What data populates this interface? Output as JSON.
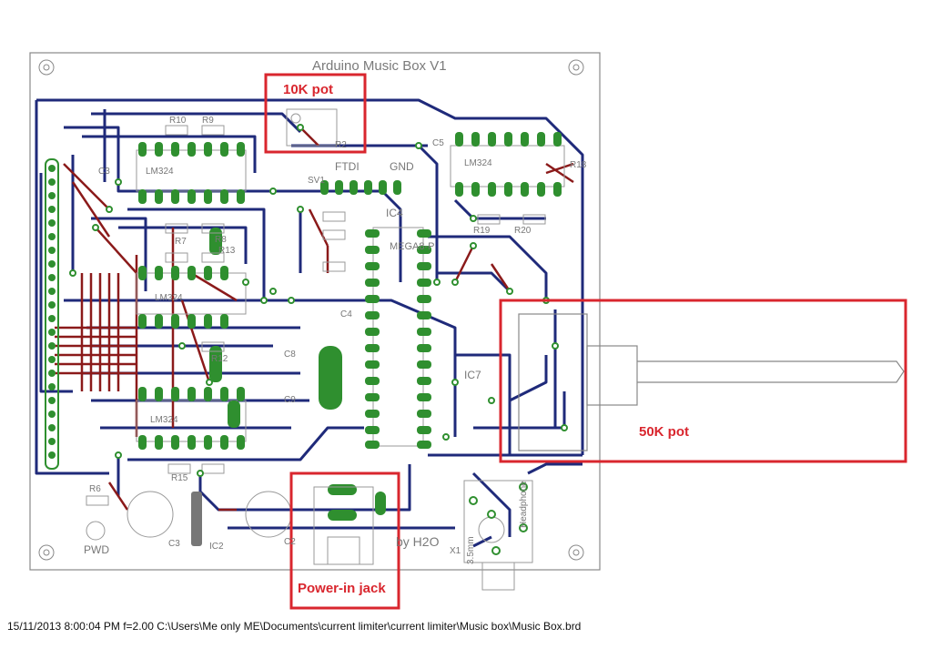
{
  "board": {
    "title": "Arduino Music Box V1",
    "credit": "by H2O",
    "colors": {
      "top_trace": "#8b1a1a",
      "bottom_trace": "#1f2a7a",
      "pad": "#2f8f2f",
      "outline": "#888888",
      "callout": "#d9262e"
    }
  },
  "callouts": [
    {
      "id": "pot10k",
      "label": "10K pot"
    },
    {
      "id": "pot50k",
      "label": "50K pot"
    },
    {
      "id": "jack",
      "label": "Power-in jack"
    }
  ],
  "components": {
    "r2": "R2",
    "r10": "R10",
    "r9": "R9",
    "c3": "C3",
    "lm324_left": "LM324",
    "sv1": "SV1",
    "ftdi": "FTDI",
    "gnd": "GND",
    "c5": "C5",
    "lm324_right": "LM324",
    "r18": "R18",
    "r19": "R19",
    "r20": "R20",
    "ic4": "IC4",
    "mega": "MEGA8-P",
    "c4": "C4",
    "c8": "C8",
    "c9": "C9",
    "ic7": "IC7",
    "x1": "X1",
    "r12": "R12",
    "r15": "R15",
    "r6": "R6",
    "pwd": "PWD",
    "c3b": "C3",
    "ic2": "IC2",
    "c2": "C2",
    "headphone": "Headphone",
    "jack_size": "3.5mm",
    "r7": "R7",
    "r8": "R8",
    "r13": "R13",
    "lm324_mid": "LM324",
    "lm324_low": "LM324"
  },
  "status_line": "15/11/2013 8:00:04 PM  f=2.00  C:\\Users\\Me only ME\\Documents\\current limiter\\current limiter\\Music box\\Music Box.brd"
}
